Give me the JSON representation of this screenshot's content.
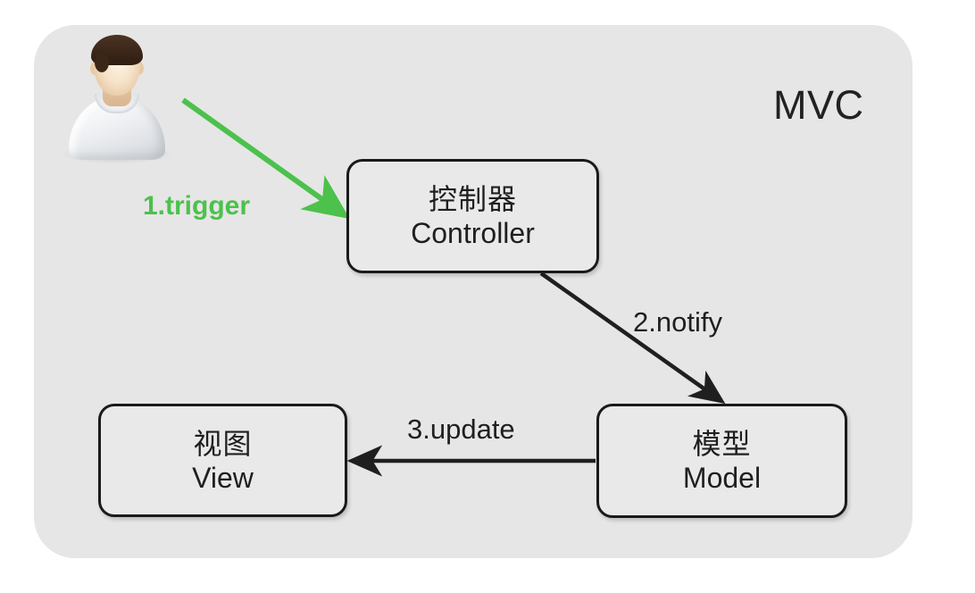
{
  "diagram": {
    "title": "MVC",
    "background_color": "#e6e6e6",
    "canvas_color": "#ffffff",
    "node_fill": "#e9e9e9",
    "node_stroke": "#1a1a1a",
    "accent_green": "#4cc14c",
    "arrow_black": "#1f1f1f"
  },
  "actor": {
    "name": "user-avatar",
    "icon": "person-icon"
  },
  "nodes": [
    {
      "id": "controller",
      "cn": "控制器",
      "en": "Controller"
    },
    {
      "id": "model",
      "cn": "模型",
      "en": "Model"
    },
    {
      "id": "view",
      "cn": "视图",
      "en": "View"
    }
  ],
  "edges": [
    {
      "id": "trigger",
      "label": "1.trigger",
      "from": "user",
      "to": "controller",
      "color": "#4cc14c"
    },
    {
      "id": "notify",
      "label": "2.notify",
      "from": "controller",
      "to": "model",
      "color": "#1f1f1f"
    },
    {
      "id": "update",
      "label": "3.update",
      "from": "model",
      "to": "view",
      "color": "#1f1f1f"
    }
  ]
}
